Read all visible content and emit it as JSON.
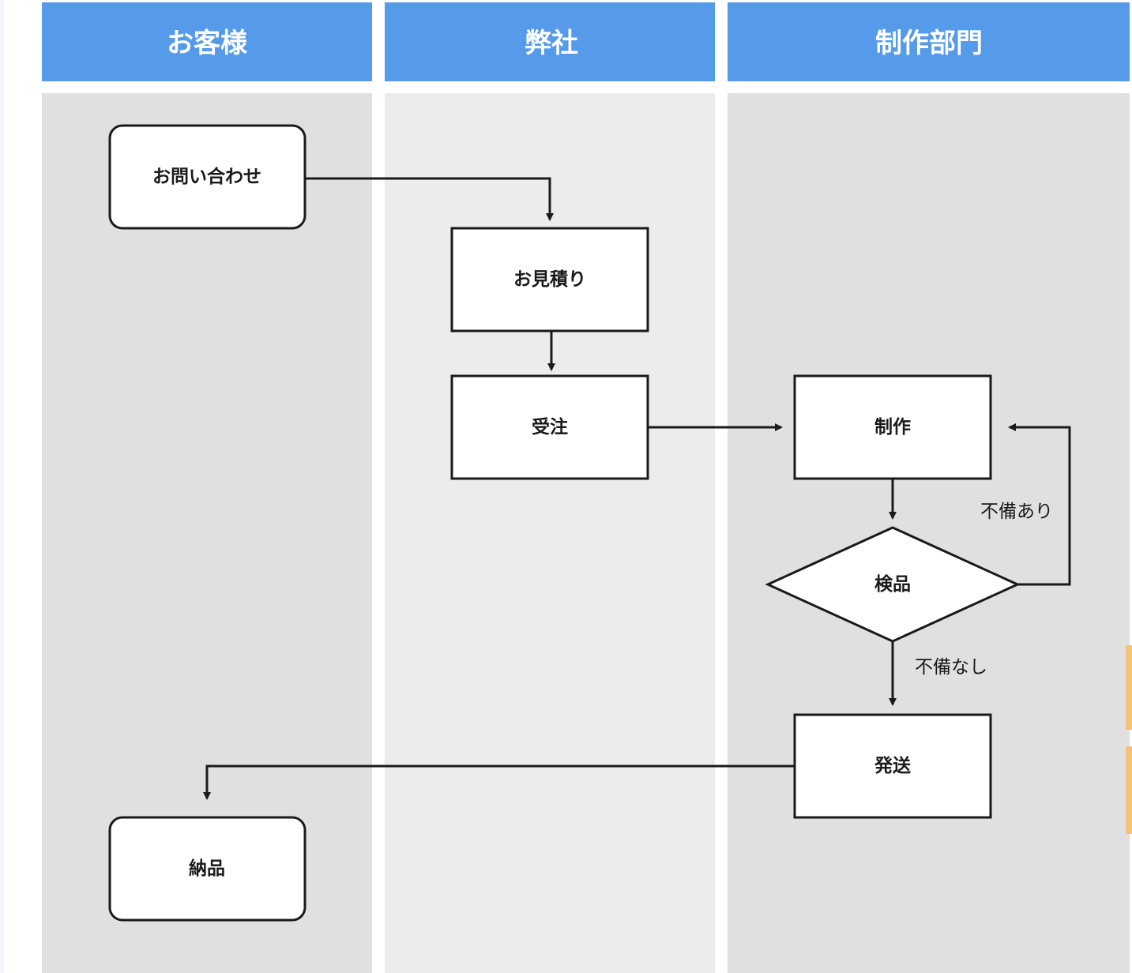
{
  "colors": {
    "lane_header": "#569bea",
    "lane_body_dark": "#e0e0e0",
    "lane_body_light": "#ececec",
    "stroke": "#1a1a1a",
    "accent_tab": "#f6c27a"
  },
  "lanes": [
    {
      "id": "customer",
      "label": "お客様"
    },
    {
      "id": "company",
      "label": "弊社"
    },
    {
      "id": "production",
      "label": "制作部門"
    }
  ],
  "nodes": {
    "inquiry": {
      "label": "お問い合わせ",
      "shape": "rounded-rect",
      "lane": "customer"
    },
    "estimate": {
      "label": "お見積り",
      "shape": "rect",
      "lane": "company"
    },
    "order": {
      "label": "受注",
      "shape": "rect",
      "lane": "company"
    },
    "production": {
      "label": "制作",
      "shape": "rect",
      "lane": "production"
    },
    "inspection": {
      "label": "検品",
      "shape": "diamond",
      "lane": "production"
    },
    "shipping": {
      "label": "発送",
      "shape": "rect",
      "lane": "production"
    },
    "delivery": {
      "label": "納品",
      "shape": "rounded-rect",
      "lane": "customer"
    }
  },
  "edges": [
    {
      "from": "inquiry",
      "to": "estimate",
      "label": ""
    },
    {
      "from": "estimate",
      "to": "order",
      "label": ""
    },
    {
      "from": "order",
      "to": "production",
      "label": ""
    },
    {
      "from": "production",
      "to": "inspection",
      "label": ""
    },
    {
      "from": "inspection",
      "to": "production",
      "label": "不備あり"
    },
    {
      "from": "inspection",
      "to": "shipping",
      "label": "不備なし"
    },
    {
      "from": "shipping",
      "to": "delivery",
      "label": ""
    }
  ]
}
